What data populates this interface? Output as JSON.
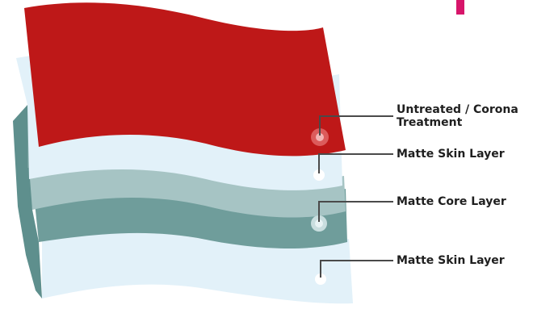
{
  "diagram": {
    "layers": [
      {
        "id": "top",
        "label_lines": [
          "Untreated / Corona",
          "Treatment"
        ],
        "color": "#be1818"
      },
      {
        "id": "skin-top",
        "label_lines": [
          "Matte Skin Layer"
        ],
        "color": "#e2f1f9"
      },
      {
        "id": "core",
        "label_lines": [
          "Matte Core Layer"
        ],
        "color": "#a6c4c4"
      },
      {
        "id": "skin-bottom",
        "label_lines": [
          "Matte Skin Layer"
        ],
        "color": "#e2f1f9"
      }
    ],
    "colors": {
      "side_dark": "#5e8f8d",
      "side_mid": "#739e9c",
      "leader_line": "#4a4a4a",
      "marker": "#ffffff",
      "accent": "#d7156a"
    }
  }
}
